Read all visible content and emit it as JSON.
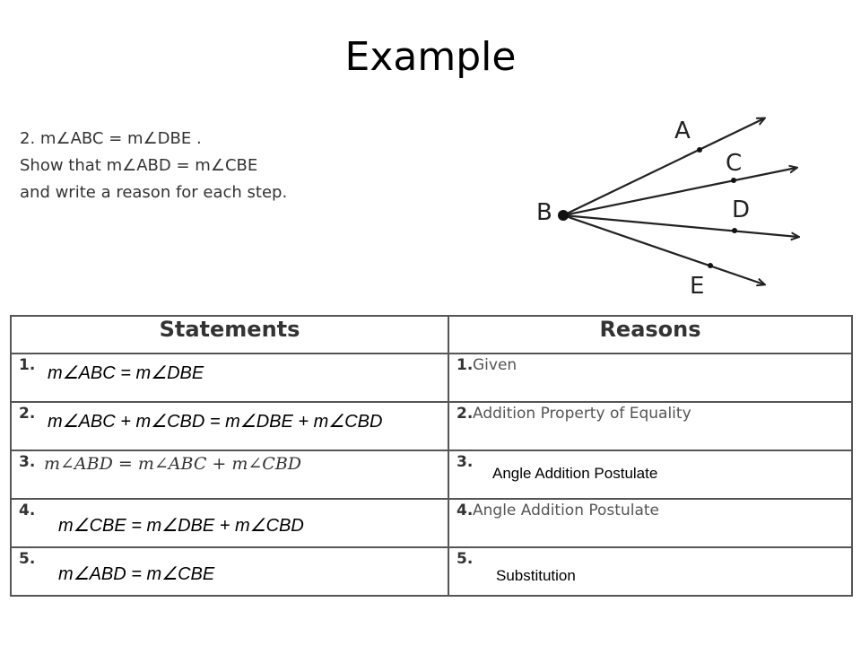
{
  "title": "Example",
  "problem": {
    "line1": "2. m∠ABC = m∠DBE .",
    "line2": "Show that m∠ABD = m∠CBE",
    "line3": "and write a reason for each step."
  },
  "diagram": {
    "labels": {
      "a": "A",
      "b": "B",
      "c": "C",
      "d": "D",
      "e": "E"
    }
  },
  "table": {
    "headers": {
      "statements": "Statements",
      "reasons": "Reasons"
    },
    "rows": [
      {
        "num": "1.",
        "statement": "m∠ABC = m∠DBE",
        "rnum": "1.",
        "reason_printed": "Given",
        "reason_typed": ""
      },
      {
        "num": "2.",
        "statement": "m∠ABC + m∠CBD = m∠DBE + m∠CBD",
        "rnum": "2.",
        "reason_printed": "Addition Property of Equality",
        "reason_typed": ""
      },
      {
        "num": "3.",
        "statement": "m∠ABD = m∠ABC + m∠CBD",
        "rnum": "3.",
        "reason_printed": "",
        "reason_typed": "Angle Addition Postulate"
      },
      {
        "num": "4.",
        "statement": "m∠CBE = m∠DBE + m∠CBD",
        "rnum": "4.",
        "reason_printed": "Angle Addition Postulate",
        "reason_typed": ""
      },
      {
        "num": "5.",
        "statement": "m∠ABD = m∠CBE",
        "rnum": "5.",
        "reason_printed": "",
        "reason_typed": "Substitution"
      }
    ]
  }
}
